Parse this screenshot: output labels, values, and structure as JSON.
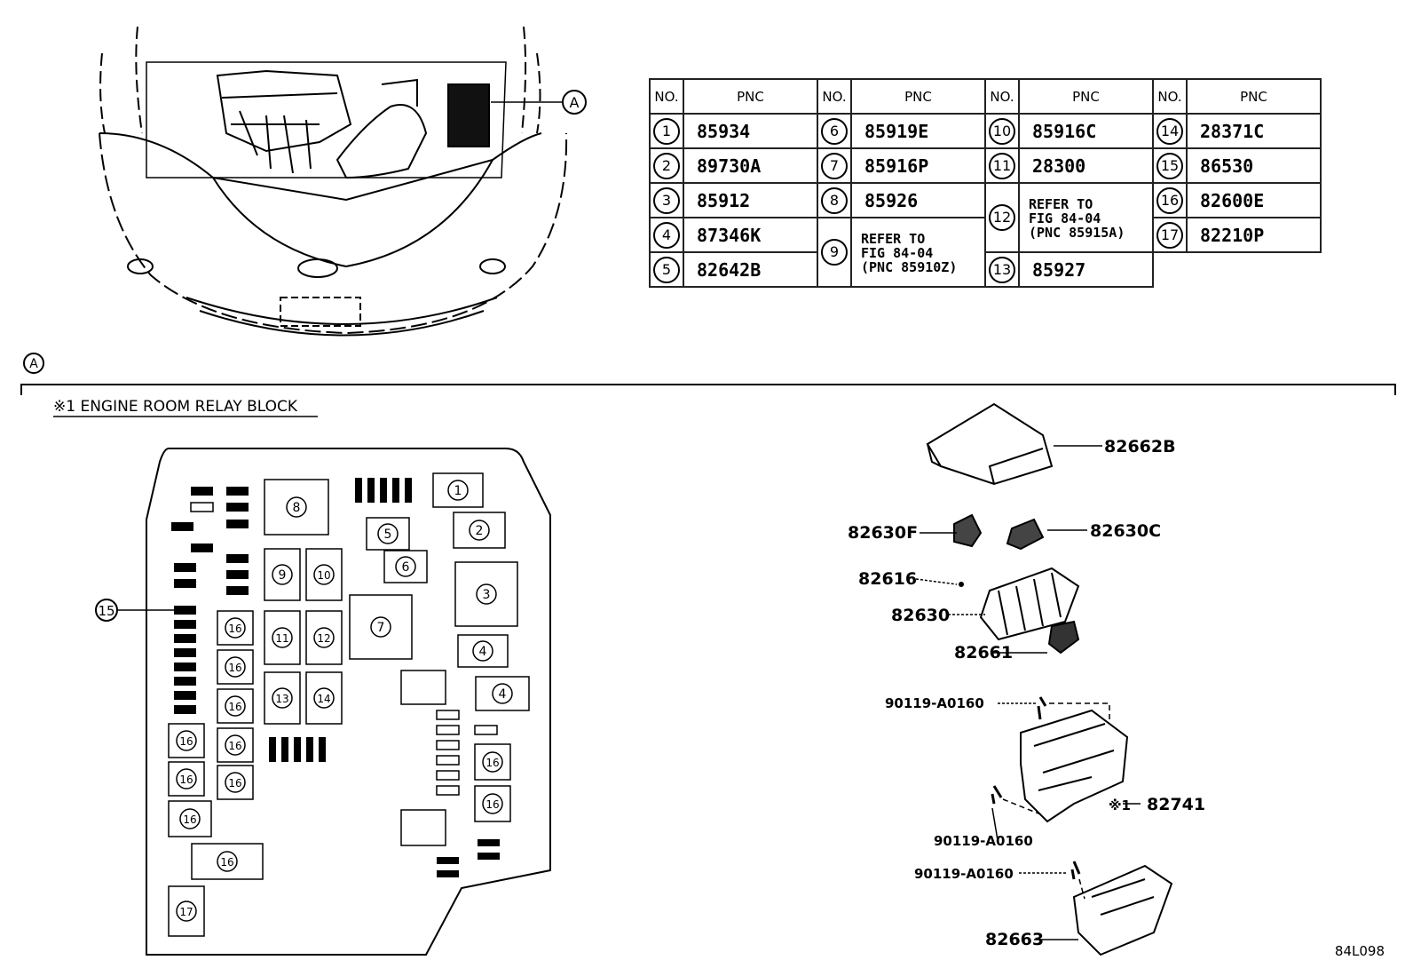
{
  "table": {
    "headers": {
      "no": "NO.",
      "pnc": "PNC"
    },
    "c1": [
      {
        "no": "1",
        "pnc": "85934"
      },
      {
        "no": "2",
        "pnc": "89730A"
      },
      {
        "no": "3",
        "pnc": "85912"
      },
      {
        "no": "4",
        "pnc": "87346K"
      },
      {
        "no": "5",
        "pnc": "82642B"
      }
    ],
    "c2": [
      {
        "no": "6",
        "pnc": "85919E"
      },
      {
        "no": "7",
        "pnc": "85916P"
      },
      {
        "no": "8",
        "pnc": "85926"
      },
      {
        "no": "9",
        "pnc": "REFER TO\nFIG 84-04\n(PNC 85910Z)"
      }
    ],
    "c3": [
      {
        "no": "10",
        "pnc": "85916C"
      },
      {
        "no": "11",
        "pnc": "28300"
      },
      {
        "no": "12",
        "pnc": "REFER TO\nFIG 84-04\n(PNC 85915A)"
      },
      {
        "no": "13",
        "pnc": "85927"
      }
    ],
    "c4": [
      {
        "no": "14",
        "pnc": "28371C"
      },
      {
        "no": "15",
        "pnc": "86530"
      },
      {
        "no": "16",
        "pnc": "82600E"
      },
      {
        "no": "17",
        "pnc": "82210P"
      }
    ]
  },
  "callout_a": "A",
  "section_title": "※1 ENGINE ROOM RELAY BLOCK",
  "relay_label": "15",
  "parts": {
    "cover": "82662B",
    "clip_left": "82630F",
    "clip_right": "82630C",
    "pin": "82616",
    "relay_block": "82630",
    "cap": "82661",
    "bolt_a": "90119-A0160",
    "bolt_b": "90119-A0160",
    "bolt_c": "90119-A0160",
    "main_box": "82741",
    "main_box_mark": "※1",
    "lower_cover": "82663"
  },
  "fig_id": "84L098"
}
